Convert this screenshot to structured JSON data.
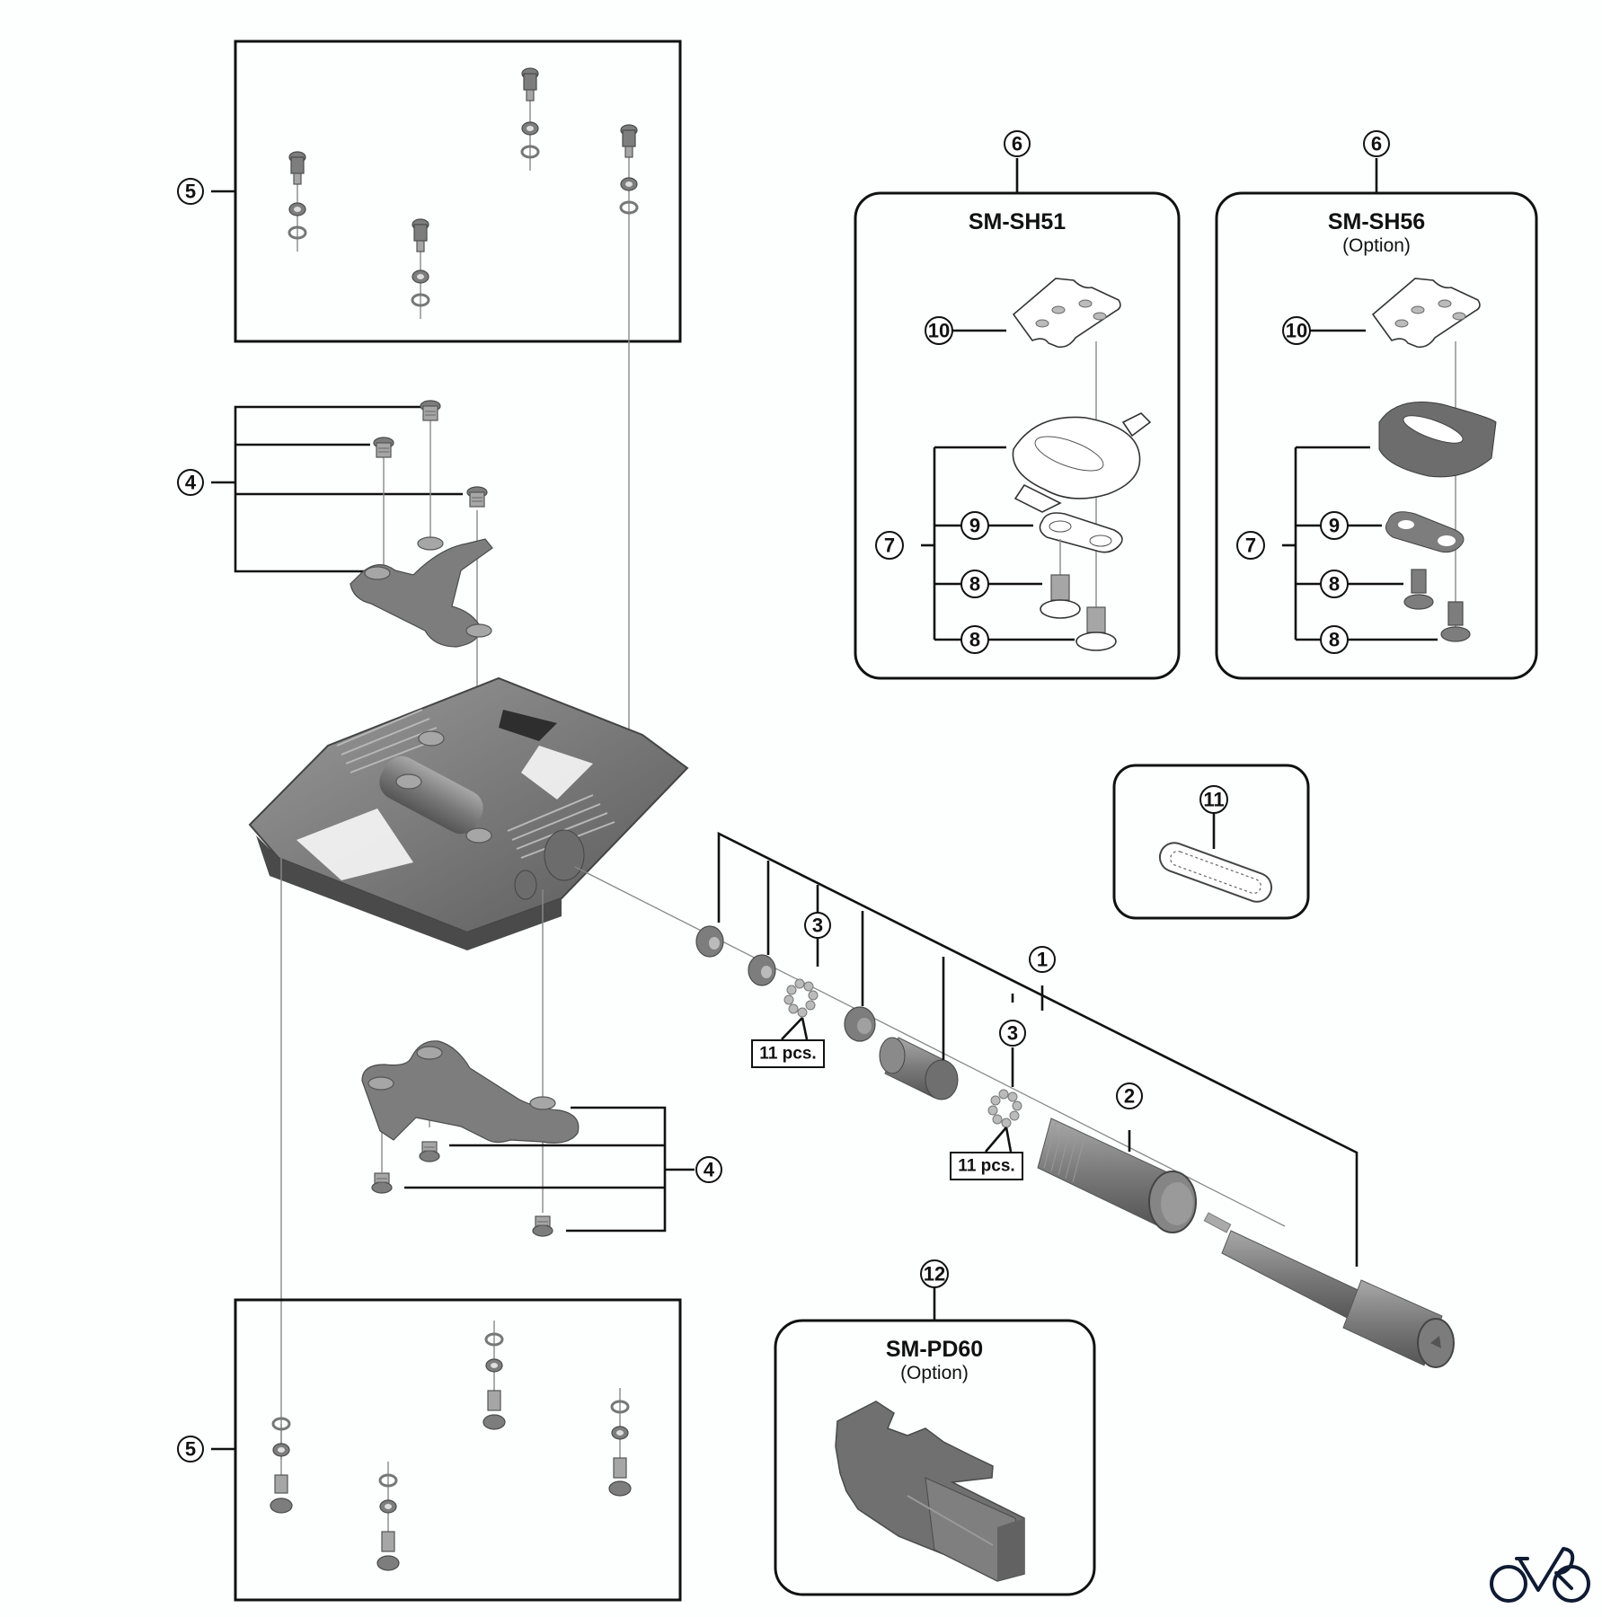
{
  "diagram": {
    "type": "exploded-parts-diagram",
    "callouts": [
      {
        "id": "c5-top",
        "label": "5"
      },
      {
        "id": "c4-top",
        "label": "4"
      },
      {
        "id": "c6-sh51",
        "label": "6"
      },
      {
        "id": "c6-sh56",
        "label": "6"
      },
      {
        "id": "c10-sh51",
        "label": "10"
      },
      {
        "id": "c10-sh56",
        "label": "10"
      },
      {
        "id": "c7-sh51",
        "label": "7"
      },
      {
        "id": "c7-sh56",
        "label": "7"
      },
      {
        "id": "c9-sh51",
        "label": "9"
      },
      {
        "id": "c9-sh56",
        "label": "9"
      },
      {
        "id": "c8a-sh51",
        "label": "8"
      },
      {
        "id": "c8b-sh51",
        "label": "8"
      },
      {
        "id": "c8a-sh56",
        "label": "8"
      },
      {
        "id": "c8b-sh56",
        "label": "8"
      },
      {
        "id": "c11",
        "label": "11"
      },
      {
        "id": "c3a",
        "label": "3"
      },
      {
        "id": "c3b",
        "label": "3"
      },
      {
        "id": "c1",
        "label": "1"
      },
      {
        "id": "c2",
        "label": "2"
      },
      {
        "id": "c4-bottom",
        "label": "4"
      },
      {
        "id": "c12",
        "label": "12"
      },
      {
        "id": "c5-bottom",
        "label": "5"
      }
    ],
    "panels": {
      "sh51": {
        "title": "SM-SH51"
      },
      "sh56": {
        "title": "SM-SH56",
        "subtitle": "(Option)"
      },
      "pd60": {
        "title": "SM-PD60",
        "subtitle": "(Option)"
      }
    },
    "quantity_labels": [
      "11 pcs.",
      "11 pcs."
    ]
  },
  "colors": {
    "line": "#111111",
    "part_gray": "#7d7d7d",
    "logo_navy": "#0f1b33"
  },
  "logo": {
    "icon": "bicycle-logo-icon"
  }
}
